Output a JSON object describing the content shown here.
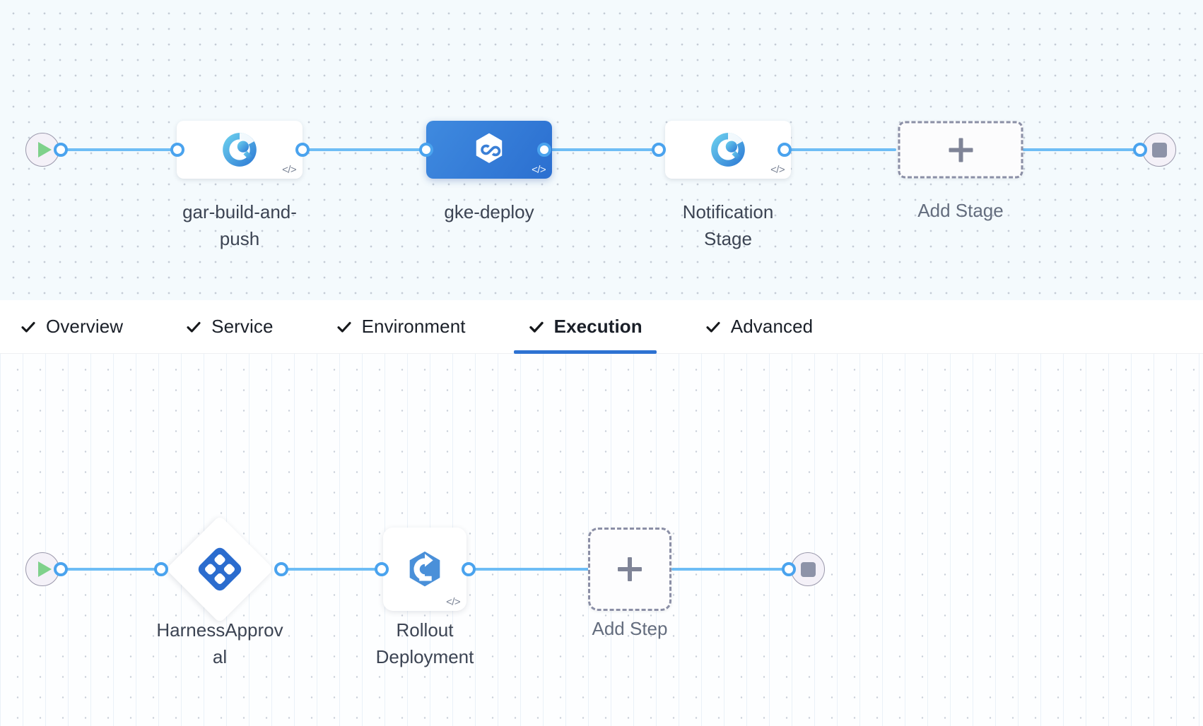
{
  "pipeline": {
    "stage_row": {
      "start_node": {
        "name": "start",
        "icon": "play-icon"
      },
      "end_node": {
        "name": "end",
        "icon": "stop-icon"
      },
      "stages": [
        {
          "label": "gar-build-and-push",
          "icon": "ci-build-icon",
          "badge": "</>",
          "selected": false,
          "type": "CI"
        },
        {
          "label": "gke-deploy",
          "icon": "cd-deploy-icon",
          "badge": "</>",
          "selected": true,
          "type": "CD"
        },
        {
          "label": "Notification Stage",
          "icon": "ci-build-icon",
          "badge": "</>",
          "selected": false,
          "type": "CI"
        }
      ],
      "add_stage": {
        "label": "Add Stage",
        "icon": "plus-icon"
      }
    },
    "step_row": {
      "start_node": {
        "name": "start",
        "icon": "play-icon"
      },
      "end_node": {
        "name": "end",
        "icon": "stop-icon"
      },
      "steps": [
        {
          "label": "HarnessApproval",
          "icon": "harness-approval-icon",
          "shape": "diamond",
          "badge": ""
        },
        {
          "label": "Rollout Deployment",
          "icon": "k8s-rollout-icon",
          "shape": "square",
          "badge": "</>"
        }
      ],
      "add_step": {
        "label": "Add Step",
        "icon": "plus-icon"
      }
    }
  },
  "tabs": [
    {
      "label": "Overview",
      "icon": "check-icon",
      "active": false,
      "complete": true
    },
    {
      "label": "Service",
      "icon": "check-icon",
      "active": false,
      "complete": true
    },
    {
      "label": "Environment",
      "icon": "check-icon",
      "active": false,
      "complete": true
    },
    {
      "label": "Execution",
      "icon": "check-icon",
      "active": true,
      "complete": true
    },
    {
      "label": "Advanced",
      "icon": "check-icon",
      "active": false,
      "complete": true
    }
  ],
  "colors": {
    "edge": "#6ebdf5",
    "port_ring": "#4aa3ee",
    "selected_stage": "#2d72d2",
    "active_tab_underline": "#2d72d2",
    "play_green": "#7fd18b",
    "stop_gray": "#8d93a8",
    "dashed_border": "#8b8fa6",
    "stage_canvas_bg": "#f4fafd",
    "step_canvas_bg": "#fdfeff"
  }
}
